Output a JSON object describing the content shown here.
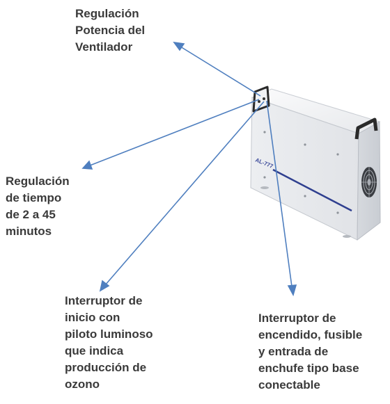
{
  "labels": {
    "fan_power": "Regulación\nPotencia del\nVentilador",
    "timer": "Regulación\nde tiempo\nde 2 a 45\nminutos",
    "start_switch": "Interruptor de\ninicio con\npiloto luminoso\nque indica\nproducción de\nozono",
    "power_switch": "Interruptor de\nencendido, fusible\ny entrada de\nenchufe tipo base\nconectable"
  },
  "device": {
    "model_text": "AL-777"
  },
  "colors": {
    "label_text": "#3a3a3a",
    "arrow": "#4f7fbf",
    "stripe": "#2f3f8f",
    "device_body": "#e9ebee",
    "device_top": "#f6f7f9",
    "handle": "#2a2a2a"
  },
  "icons": {
    "arrow_head": "triangle-arrowhead",
    "fan_grille": "radial-fan-grille"
  }
}
